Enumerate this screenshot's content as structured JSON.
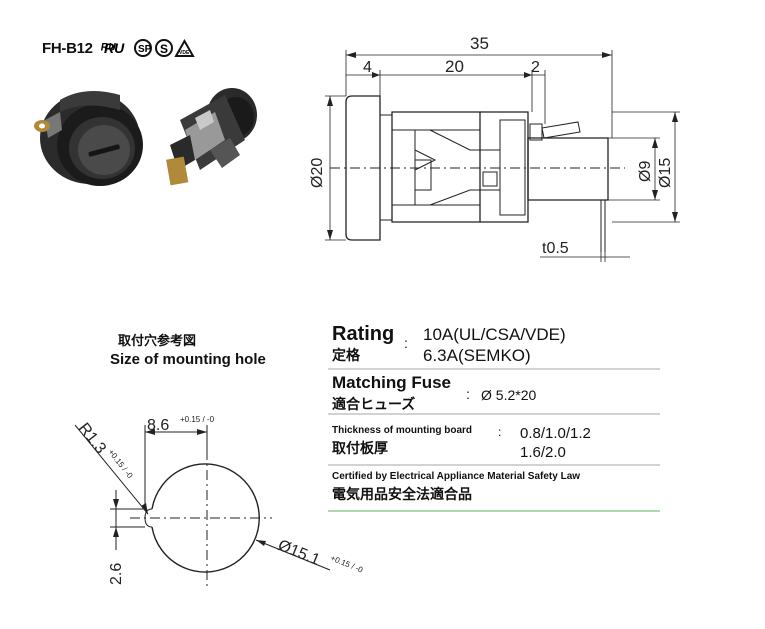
{
  "model": "FH-B12",
  "certifications": [
    "UL-mark-icon",
    "CSA-mark-icon",
    "SEMKO-mark-icon",
    "VDE-mark-icon"
  ],
  "drawing_dims": {
    "overall_length": "35",
    "flange": "4",
    "body": "20",
    "gap": "2",
    "d20": "Ø20",
    "d9": "Ø9",
    "d15": "Ø15",
    "terminal": "t0.5"
  },
  "mounting_hole": {
    "title_jp": "取付穴参考図",
    "title_en": "Size of mounting hole",
    "width": "8.6",
    "width_tol": "+0.15 / -0",
    "radius": "R1.3",
    "radius_tol": "+0.15 / -0",
    "height": "2.6",
    "diameter": "Ø15.1",
    "diameter_tol": "+0.15 / -0"
  },
  "specs": {
    "rating_label": "Rating",
    "rating_label_jp": "定格",
    "rating_value_1": "10A(UL/CSA/VDE)",
    "rating_value_2": "6.3A(SEMKO)",
    "fuse_label": "Matching Fuse",
    "fuse_label_jp": "適合ヒューズ",
    "fuse_value": "Ø 5.2*20",
    "thickness_label": "Thickness of mounting board",
    "thickness_label_jp": "取付板厚",
    "thickness_value_1": "0.8/1.0/1.2",
    "thickness_value_2": "1.6/2.0",
    "cert_label": "Certified by Electrical Appliance Material Safety Law",
    "cert_label_jp": "電気用品安全法適合品",
    "colon": ":"
  }
}
